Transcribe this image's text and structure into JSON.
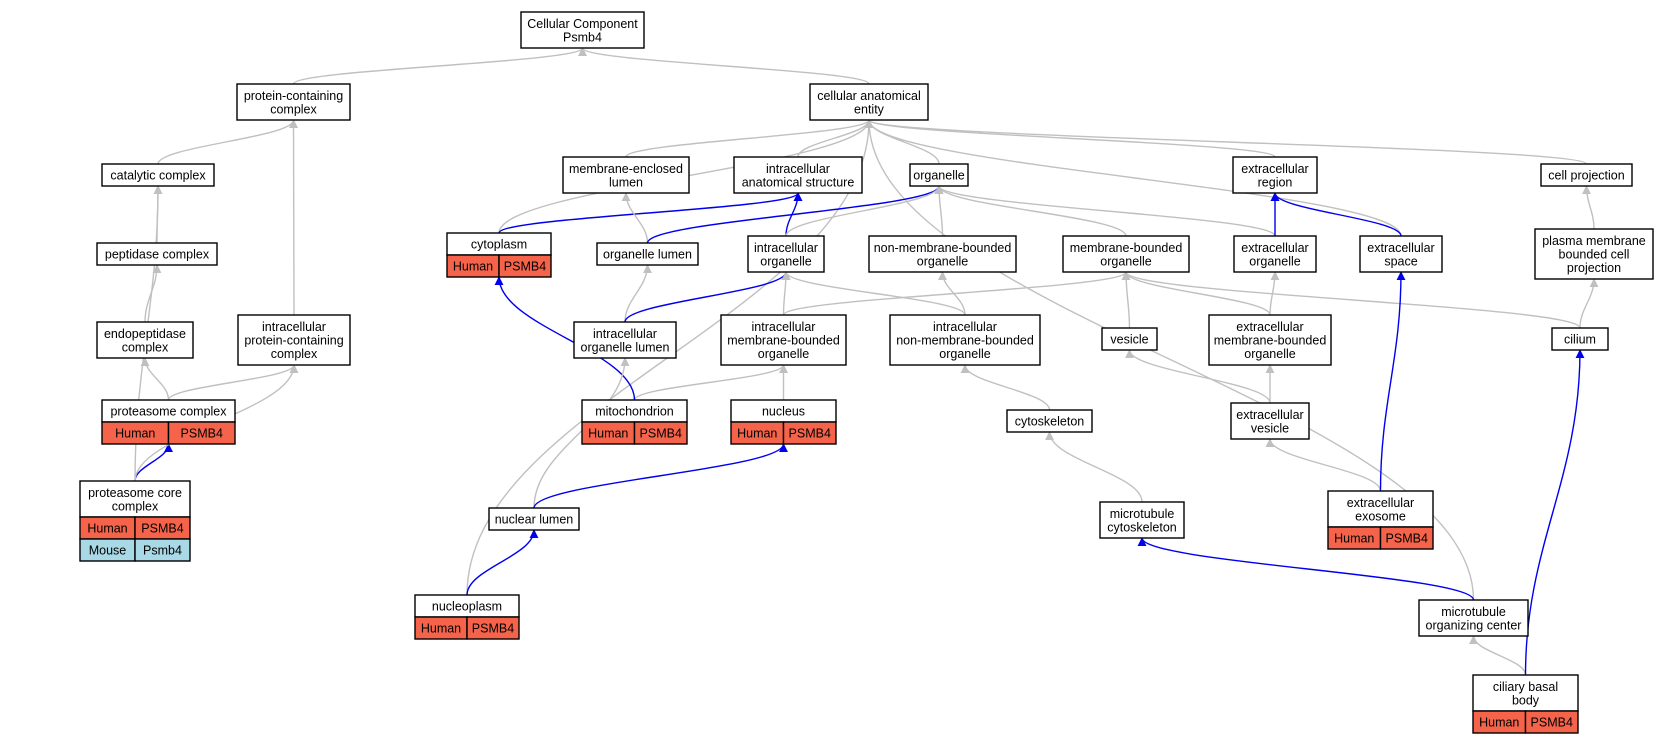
{
  "colors": {
    "is_a_edge": "#c0c0c0",
    "part_of_edge": "#0000ee",
    "human_cell": "#f4634a",
    "mouse_cell": "#a9d8e6",
    "node_border": "#000000"
  },
  "nodes": [
    {
      "id": "root",
      "lines": [
        "Cellular Component",
        "Psmb4"
      ]
    },
    {
      "id": "protein_containing_complex",
      "lines": [
        "protein-containing",
        "complex"
      ]
    },
    {
      "id": "cellular_anatomical_entity",
      "lines": [
        "cellular anatomical",
        "entity"
      ]
    },
    {
      "id": "catalytic_complex",
      "lines": [
        "catalytic complex"
      ]
    },
    {
      "id": "membrane_enclosed_lumen",
      "lines": [
        "membrane-enclosed",
        "lumen"
      ]
    },
    {
      "id": "intracellular_anatomical_structure",
      "lines": [
        "intracellular",
        "anatomical structure"
      ]
    },
    {
      "id": "organelle",
      "lines": [
        "organelle"
      ]
    },
    {
      "id": "extracellular_region",
      "lines": [
        "extracellular",
        "region"
      ]
    },
    {
      "id": "cell_projection",
      "lines": [
        "cell projection"
      ]
    },
    {
      "id": "cytoplasm",
      "lines": [
        "cytoplasm"
      ],
      "annotations": [
        {
          "species": "Human",
          "gene": "PSMB4"
        }
      ]
    },
    {
      "id": "peptidase_complex",
      "lines": [
        "peptidase complex"
      ]
    },
    {
      "id": "organelle_lumen",
      "lines": [
        "organelle lumen"
      ]
    },
    {
      "id": "intracellular_organelle",
      "lines": [
        "intracellular",
        "organelle"
      ]
    },
    {
      "id": "non_membrane_bounded_organelle",
      "lines": [
        "non-membrane-bounded",
        "organelle"
      ]
    },
    {
      "id": "membrane_bounded_organelle",
      "lines": [
        "membrane-bounded",
        "organelle"
      ]
    },
    {
      "id": "extracellular_organelle",
      "lines": [
        "extracellular",
        "organelle"
      ]
    },
    {
      "id": "extracellular_space",
      "lines": [
        "extracellular",
        "space"
      ]
    },
    {
      "id": "plasma_membrane_bounded_cell_projection",
      "lines": [
        "plasma membrane",
        "bounded cell",
        "projection"
      ]
    },
    {
      "id": "endopeptidase_complex",
      "lines": [
        "endopeptidase",
        "complex"
      ]
    },
    {
      "id": "intracellular_protein_containing_complex",
      "lines": [
        "intracellular",
        "protein-containing",
        "complex"
      ]
    },
    {
      "id": "intracellular_organelle_lumen",
      "lines": [
        "intracellular",
        "organelle lumen"
      ]
    },
    {
      "id": "intracellular_membrane_bounded_organelle",
      "lines": [
        "intracellular",
        "membrane-bounded",
        "organelle"
      ]
    },
    {
      "id": "intracellular_non_membrane_bounded_organelle",
      "lines": [
        "intracellular",
        "non-membrane-bounded",
        "organelle"
      ]
    },
    {
      "id": "vesicle",
      "lines": [
        "vesicle"
      ]
    },
    {
      "id": "extracellular_membrane_bounded_organelle",
      "lines": [
        "extracellular",
        "membrane-bounded",
        "organelle"
      ]
    },
    {
      "id": "cilium",
      "lines": [
        "cilium"
      ]
    },
    {
      "id": "proteasome_complex",
      "lines": [
        "proteasome complex"
      ],
      "annotations": [
        {
          "species": "Human",
          "gene": "PSMB4"
        }
      ]
    },
    {
      "id": "mitochondrion",
      "lines": [
        "mitochondrion"
      ],
      "annotations": [
        {
          "species": "Human",
          "gene": "PSMB4"
        }
      ]
    },
    {
      "id": "nucleus",
      "lines": [
        "nucleus"
      ],
      "annotations": [
        {
          "species": "Human",
          "gene": "PSMB4"
        }
      ]
    },
    {
      "id": "cytoskeleton",
      "lines": [
        "cytoskeleton"
      ]
    },
    {
      "id": "extracellular_vesicle",
      "lines": [
        "extracellular",
        "vesicle"
      ]
    },
    {
      "id": "proteasome_core_complex",
      "lines": [
        "proteasome core",
        "complex"
      ],
      "annotations": [
        {
          "species": "Human",
          "gene": "PSMB4"
        },
        {
          "species": "Mouse",
          "gene": "Psmb4"
        }
      ]
    },
    {
      "id": "nuclear_lumen",
      "lines": [
        "nuclear lumen"
      ]
    },
    {
      "id": "microtubule_cytoskeleton",
      "lines": [
        "microtubule",
        "cytoskeleton"
      ]
    },
    {
      "id": "extracellular_exosome",
      "lines": [
        "extracellular",
        "exosome"
      ],
      "annotations": [
        {
          "species": "Human",
          "gene": "PSMB4"
        }
      ]
    },
    {
      "id": "nucleoplasm",
      "lines": [
        "nucleoplasm"
      ],
      "annotations": [
        {
          "species": "Human",
          "gene": "PSMB4"
        }
      ]
    },
    {
      "id": "microtubule_organizing_center",
      "lines": [
        "microtubule",
        "organizing center"
      ]
    },
    {
      "id": "ciliary_basal_body",
      "lines": [
        "ciliary basal",
        "body"
      ],
      "annotations": [
        {
          "species": "Human",
          "gene": "PSMB4"
        }
      ]
    }
  ],
  "edges": [
    {
      "from": "protein_containing_complex",
      "to": "root",
      "type": "is_a"
    },
    {
      "from": "cellular_anatomical_entity",
      "to": "root",
      "type": "is_a"
    },
    {
      "from": "catalytic_complex",
      "to": "protein_containing_complex",
      "type": "is_a"
    },
    {
      "from": "intracellular_protein_containing_complex",
      "to": "protein_containing_complex",
      "type": "is_a"
    },
    {
      "from": "peptidase_complex",
      "to": "catalytic_complex",
      "type": "is_a"
    },
    {
      "from": "endopeptidase_complex",
      "to": "peptidase_complex",
      "type": "is_a"
    },
    {
      "from": "proteasome_complex",
      "to": "endopeptidase_complex",
      "type": "is_a"
    },
    {
      "from": "proteasome_complex",
      "to": "intracellular_protein_containing_complex",
      "type": "is_a"
    },
    {
      "from": "proteasome_core_complex",
      "to": "proteasome_complex",
      "type": "part_of"
    },
    {
      "from": "proteasome_core_complex",
      "to": "catalytic_complex",
      "type": "is_a"
    },
    {
      "from": "proteasome_core_complex",
      "to": "intracellular_protein_containing_complex",
      "type": "is_a"
    },
    {
      "from": "membrane_enclosed_lumen",
      "to": "cellular_anatomical_entity",
      "type": "is_a"
    },
    {
      "from": "intracellular_anatomical_structure",
      "to": "cellular_anatomical_entity",
      "type": "is_a"
    },
    {
      "from": "organelle",
      "to": "cellular_anatomical_entity",
      "type": "is_a"
    },
    {
      "from": "extracellular_region",
      "to": "cellular_anatomical_entity",
      "type": "is_a"
    },
    {
      "from": "cell_projection",
      "to": "cellular_anatomical_entity",
      "type": "is_a"
    },
    {
      "from": "cytoplasm",
      "to": "cellular_anatomical_entity",
      "type": "is_a"
    },
    {
      "from": "nucleoplasm",
      "to": "cellular_anatomical_entity",
      "type": "is_a"
    },
    {
      "from": "extracellular_space",
      "to": "cellular_anatomical_entity",
      "type": "is_a"
    },
    {
      "from": "microtubule_organizing_center",
      "to": "cellular_anatomical_entity",
      "type": "is_a"
    },
    {
      "from": "cytoplasm",
      "to": "intracellular_anatomical_structure",
      "type": "part_of"
    },
    {
      "from": "intracellular_organelle",
      "to": "intracellular_anatomical_structure",
      "type": "part_of"
    },
    {
      "from": "organelle_lumen",
      "to": "membrane_enclosed_lumen",
      "type": "is_a"
    },
    {
      "from": "organelle_lumen",
      "to": "organelle",
      "type": "part_of"
    },
    {
      "from": "intracellular_organelle",
      "to": "organelle",
      "type": "is_a"
    },
    {
      "from": "non_membrane_bounded_organelle",
      "to": "organelle",
      "type": "is_a"
    },
    {
      "from": "membrane_bounded_organelle",
      "to": "organelle",
      "type": "is_a"
    },
    {
      "from": "extracellular_organelle",
      "to": "organelle",
      "type": "is_a"
    },
    {
      "from": "extracellular_organelle",
      "to": "extracellular_region",
      "type": "part_of"
    },
    {
      "from": "extracellular_space",
      "to": "extracellular_region",
      "type": "part_of"
    },
    {
      "from": "plasma_membrane_bounded_cell_projection",
      "to": "cell_projection",
      "type": "is_a"
    },
    {
      "from": "cilium",
      "to": "plasma_membrane_bounded_cell_projection",
      "type": "is_a"
    },
    {
      "from": "cilium",
      "to": "membrane_bounded_organelle",
      "type": "is_a"
    },
    {
      "from": "intracellular_organelle_lumen",
      "to": "organelle_lumen",
      "type": "is_a"
    },
    {
      "from": "intracellular_organelle_lumen",
      "to": "intracellular_organelle",
      "type": "part_of"
    },
    {
      "from": "intracellular_membrane_bounded_organelle",
      "to": "intracellular_organelle",
      "type": "is_a"
    },
    {
      "from": "intracellular_membrane_bounded_organelle",
      "to": "membrane_bounded_organelle",
      "type": "is_a"
    },
    {
      "from": "intracellular_non_membrane_bounded_organelle",
      "to": "intracellular_organelle",
      "type": "is_a"
    },
    {
      "from": "intracellular_non_membrane_bounded_organelle",
      "to": "non_membrane_bounded_organelle",
      "type": "is_a"
    },
    {
      "from": "vesicle",
      "to": "membrane_bounded_organelle",
      "type": "is_a"
    },
    {
      "from": "extracellular_membrane_bounded_organelle",
      "to": "membrane_bounded_organelle",
      "type": "is_a"
    },
    {
      "from": "extracellular_membrane_bounded_organelle",
      "to": "extracellular_organelle",
      "type": "is_a"
    },
    {
      "from": "mitochondrion",
      "to": "intracellular_membrane_bounded_organelle",
      "type": "is_a"
    },
    {
      "from": "mitochondrion",
      "to": "cytoplasm",
      "type": "part_of"
    },
    {
      "from": "nucleus",
      "to": "intracellular_membrane_bounded_organelle",
      "type": "is_a"
    },
    {
      "from": "cytoskeleton",
      "to": "intracellular_non_membrane_bounded_organelle",
      "type": "is_a"
    },
    {
      "from": "extracellular_vesicle",
      "to": "vesicle",
      "type": "is_a"
    },
    {
      "from": "extracellular_vesicle",
      "to": "extracellular_membrane_bounded_organelle",
      "type": "is_a"
    },
    {
      "from": "nuclear_lumen",
      "to": "intracellular_organelle_lumen",
      "type": "is_a"
    },
    {
      "from": "nuclear_lumen",
      "to": "nucleus",
      "type": "part_of"
    },
    {
      "from": "microtubule_cytoskeleton",
      "to": "cytoskeleton",
      "type": "is_a"
    },
    {
      "from": "extracellular_exosome",
      "to": "extracellular_vesicle",
      "type": "is_a"
    },
    {
      "from": "extracellular_exosome",
      "to": "extracellular_space",
      "type": "part_of"
    },
    {
      "from": "nucleoplasm",
      "to": "nuclear_lumen",
      "type": "part_of"
    },
    {
      "from": "microtubule_organizing_center",
      "to": "microtubule_cytoskeleton",
      "type": "part_of"
    },
    {
      "from": "ciliary_basal_body",
      "to": "microtubule_organizing_center",
      "type": "is_a"
    },
    {
      "from": "ciliary_basal_body",
      "to": "cilium",
      "type": "part_of"
    }
  ]
}
